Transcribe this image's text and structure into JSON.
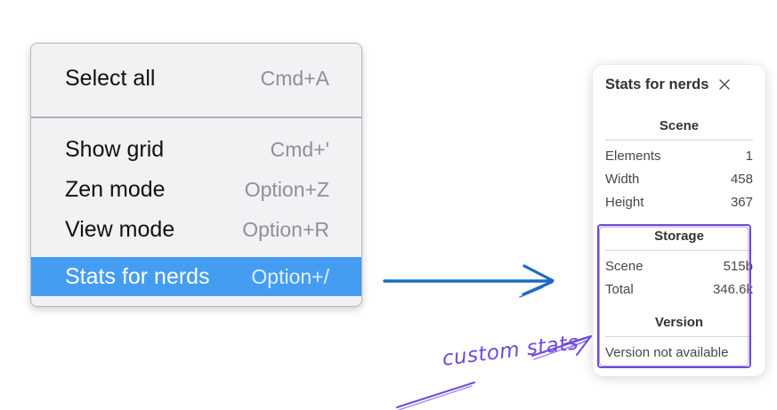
{
  "colors": {
    "menu-bg": "#f1f2f4",
    "menu-border": "#b4b9bf",
    "menu-divider": "#a9aeb5",
    "menu-text": "#111111",
    "menu-shortcut": "#8e9196",
    "menu-highlight": "#459df2",
    "menu-highlight-text": "#ffffff",
    "panel-text": "#3d3d3d",
    "panel-rule": "#d8d8d8",
    "arrow-blue": "#1b6bc0",
    "annotation-purple": "#6f4bd9"
  },
  "menu": {
    "sections": [
      {
        "items": [
          {
            "label": "Select all",
            "shortcut": "Cmd+A"
          }
        ]
      },
      {
        "items": [
          {
            "label": "Show grid",
            "shortcut": "Cmd+'"
          },
          {
            "label": "Zen mode",
            "shortcut": "Option+Z"
          },
          {
            "label": "View mode",
            "shortcut": "Option+R"
          },
          {
            "label": "Stats for nerds",
            "shortcut": "Option+/"
          }
        ]
      }
    ]
  },
  "panel": {
    "title": "Stats for nerds",
    "close_icon": "x-close",
    "sections": [
      {
        "heading": "Scene",
        "rows": [
          {
            "label": "Elements",
            "value": "1"
          },
          {
            "label": "Width",
            "value": "458"
          },
          {
            "label": "Height",
            "value": "367"
          }
        ]
      },
      {
        "heading": "Storage",
        "rows": [
          {
            "label": "Scene",
            "value": "515b"
          },
          {
            "label": "Total",
            "value": "346.6k"
          }
        ]
      },
      {
        "heading": "Version",
        "note": "Version not available"
      }
    ]
  },
  "annotation": {
    "label": "custom stats"
  }
}
